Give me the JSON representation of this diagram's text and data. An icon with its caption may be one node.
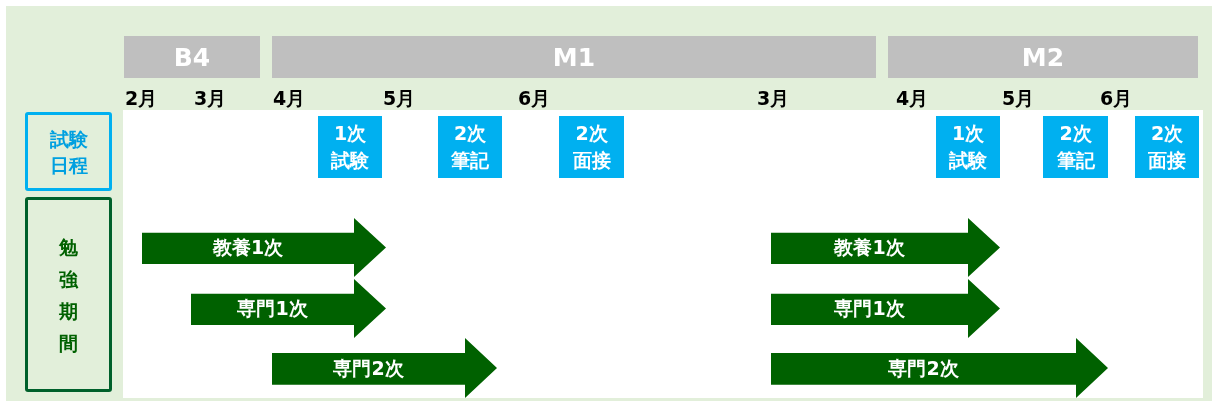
{
  "diagram": {
    "nodes": [
      {
        "text": [
          "B4"
        ]
      },
      {
        "text": [
          "M1"
        ]
      },
      {
        "text": [
          "M2"
        ]
      },
      {
        "text": [
          "試験日程"
        ]
      },
      {
        "text": [
          "1次試験"
        ]
      },
      {
        "text": [
          "2次筆記"
        ]
      },
      {
        "text": [
          "2次面接"
        ]
      },
      {
        "text": [
          "1次試験"
        ]
      },
      {
        "text": [
          "2次筆記"
        ]
      },
      {
        "text": [
          "2次面接"
        ]
      },
      {
        "text": [
          "勉強期間"
        ]
      },
      {
        "text": [
          "教養1次"
        ]
      },
      {
        "text": [
          "専門1次"
        ]
      },
      {
        "text": [
          "専門2次"
        ]
      },
      {
        "text": [
          "教養1次"
        ]
      },
      {
        "text": [
          "専門1次"
        ]
      },
      {
        "text": [
          "専門2次"
        ]
      }
    ],
    "labels": [
      "2月",
      "3月",
      "4月",
      "5月",
      "6月",
      "3月",
      "4月",
      "5月",
      "6月"
    ]
  }
}
